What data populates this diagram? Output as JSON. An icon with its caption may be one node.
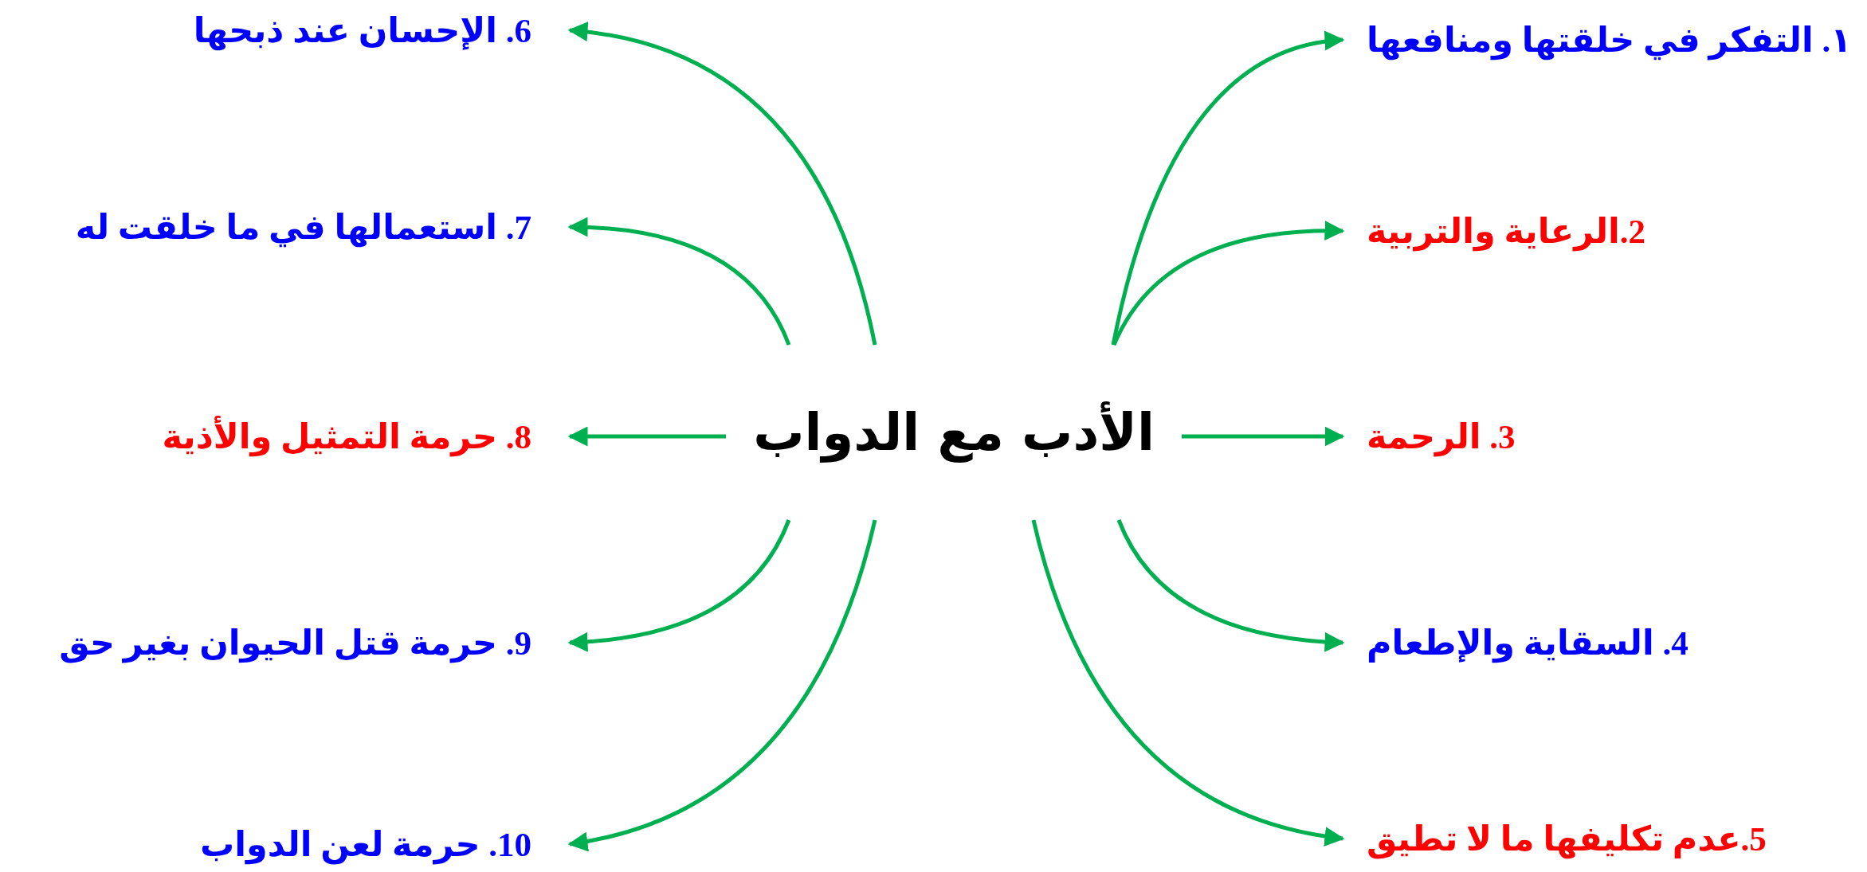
{
  "diagram": {
    "nodes": [
      {
        "text": [
          "الأدب مع الدواب"
        ]
      },
      {
        "text": [
          "١. التفكر في خلقتها ومنافعها"
        ]
      },
      {
        "text": [
          "2.الرعاية والتربية"
        ]
      },
      {
        "text": [
          "3. الرحمة"
        ]
      },
      {
        "text": [
          "4. السقاية والإطعام"
        ]
      },
      {
        "text": [
          "5.عدم تكليفها ما لا تطيق"
        ]
      },
      {
        "text": [
          "6. الإحسان عند ذبحها"
        ]
      },
      {
        "text": [
          "7. استعمالها في ما خلقت له"
        ]
      },
      {
        "text": [
          "8. حرمة التمثيل والأذية"
        ]
      },
      {
        "text": [
          "9. حرمة قتل الحيوان بغير حق"
        ]
      },
      {
        "text": [
          "10. حرمة لعن الدواب"
        ]
      }
    ],
    "edges": [
      {
        "from": 0,
        "to": 1,
        "arrow": "to"
      },
      {
        "from": 0,
        "to": 2,
        "arrow": "to"
      },
      {
        "from": 0,
        "to": 3,
        "arrow": "to"
      },
      {
        "from": 0,
        "to": 4,
        "arrow": "to"
      },
      {
        "from": 0,
        "to": 5,
        "arrow": "to"
      },
      {
        "from": 0,
        "to": 6,
        "arrow": "to"
      },
      {
        "from": 0,
        "to": 7,
        "arrow": "to"
      },
      {
        "from": 0,
        "to": 8,
        "arrow": "to"
      },
      {
        "from": 0,
        "to": 9,
        "arrow": "to"
      },
      {
        "from": 0,
        "to": 10,
        "arrow": "to"
      }
    ]
  }
}
